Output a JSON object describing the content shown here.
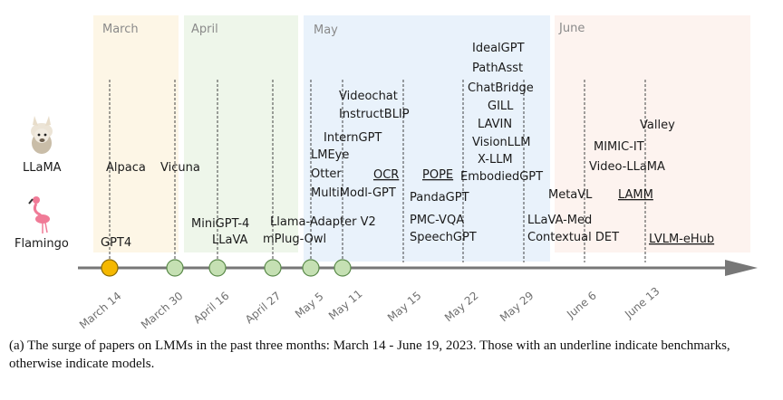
{
  "months": [
    {
      "key": "march",
      "label": "March",
      "color": "#fdf6e6"
    },
    {
      "key": "april",
      "label": "April",
      "color": "#eef6ea"
    },
    {
      "key": "may",
      "label": "May",
      "color": "#e9f2fb"
    },
    {
      "key": "june",
      "label": "June",
      "color": "#fdf3ef"
    }
  ],
  "rows": {
    "llama": "LLaMA",
    "flamingo": "Flamingo"
  },
  "dates": [
    "March 14",
    "March 30",
    "April 16",
    "April 27",
    "May 5",
    "May 11",
    "May 15",
    "May 22",
    "May 29",
    "June 6",
    "June 13"
  ],
  "papers": [
    {
      "text": "Alpaca",
      "bench": false
    },
    {
      "text": "GPT4",
      "bench": false
    },
    {
      "text": "Vicuna",
      "bench": false
    },
    {
      "text": "MiniGPT-4",
      "bench": false
    },
    {
      "text": "LLaVA",
      "bench": false
    },
    {
      "text": "Llama-Adapter V2",
      "bench": false
    },
    {
      "text": "mPlug-Owl",
      "bench": false
    },
    {
      "text": "Videochat",
      "bench": false
    },
    {
      "text": "InstructBLIP",
      "bench": false
    },
    {
      "text": "InternGPT",
      "bench": false
    },
    {
      "text": "LMEye",
      "bench": false
    },
    {
      "text": "Otter",
      "bench": false
    },
    {
      "text": "MultiModl-GPT",
      "bench": false
    },
    {
      "text": "OCR",
      "bench": true
    },
    {
      "text": "POPE",
      "bench": true
    },
    {
      "text": "PandaGPT",
      "bench": false
    },
    {
      "text": "PMC-VQA",
      "bench": false
    },
    {
      "text": "SpeechGPT",
      "bench": false
    },
    {
      "text": "IdealGPT",
      "bench": false
    },
    {
      "text": "PathAsst",
      "bench": false
    },
    {
      "text": "ChatBridge",
      "bench": false
    },
    {
      "text": "GILL",
      "bench": false
    },
    {
      "text": "LAVIN",
      "bench": false
    },
    {
      "text": "VisionLLM",
      "bench": false
    },
    {
      "text": "X-LLM",
      "bench": false
    },
    {
      "text": "EmbodiedGPT",
      "bench": false
    },
    {
      "text": "LLaVA-Med",
      "bench": false
    },
    {
      "text": "Contextual DET",
      "bench": false
    },
    {
      "text": "MetaVL",
      "bench": false
    },
    {
      "text": "Valley",
      "bench": false
    },
    {
      "text": "MIMIC-IT",
      "bench": false
    },
    {
      "text": "Video-LLaMA",
      "bench": false
    },
    {
      "text": "LAMM",
      "bench": true
    },
    {
      "text": "LVLM-eHub",
      "bench": true
    }
  ],
  "colors": {
    "gpt4_node": "#f5b800",
    "node": "#c5e0b3",
    "node_stroke": "#5a8a4a",
    "axis": "#777777"
  },
  "caption": "(a) The surge of papers on LMMs in the past three months: March 14 - June 19, 2023. Those with an underline indicate benchmarks, otherwise indicate models."
}
